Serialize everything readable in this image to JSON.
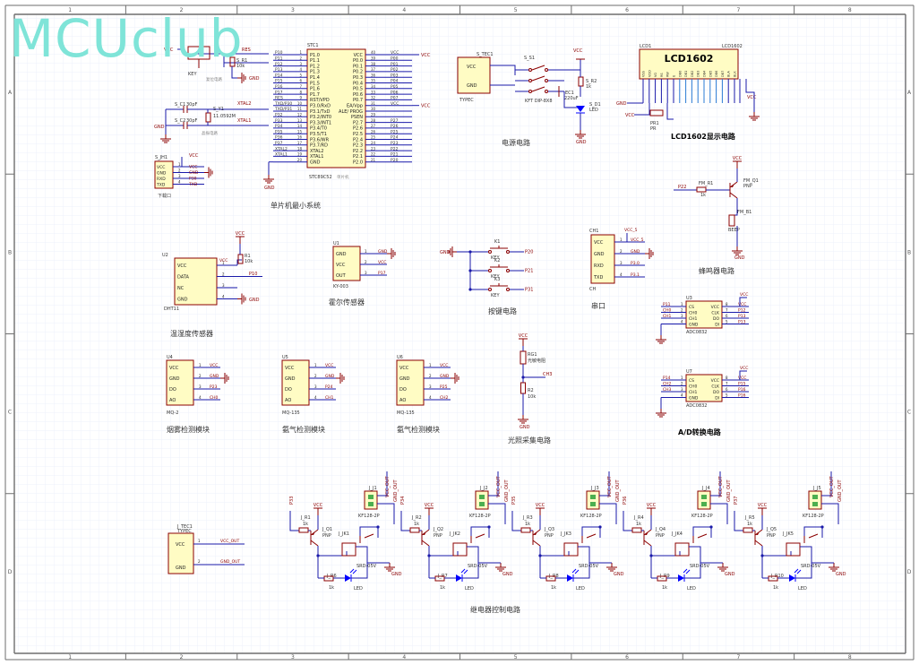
{
  "watermark": "MCUclub",
  "colors": {
    "wire": "#1a1aaa",
    "part": "#8b0000",
    "body": "#fffcc4",
    "grid": "#f0f0ff",
    "frame": "#6e6e6e",
    "led": "#0000ff"
  },
  "border": {
    "cols": [
      "1",
      "2",
      "3",
      "4",
      "5",
      "6",
      "7",
      "8"
    ],
    "rows": [
      "A",
      "B",
      "C",
      "D"
    ]
  },
  "mcu": {
    "ref": "STC1",
    "part": "STC89C52",
    "note": "单片机",
    "caption": "单片机最小系统",
    "left_pins": [
      "P1.0",
      "P1.1",
      "P1.2",
      "P1.3",
      "P1.4",
      "P1.5",
      "P1.6",
      "P1.7",
      "RST/VPD",
      "P3.0/RxD",
      "P3.1/TxD",
      "P3.2/INT0",
      "P3.3/INT1",
      "P3.4/T0",
      "P3.5/T1",
      "P3.6/WR",
      "P3.7/RD",
      "XTAL2",
      "XTAL1",
      "GND"
    ],
    "right_pins": [
      "VCC",
      "P0.0",
      "P0.1",
      "P0.2",
      "P0.3",
      "P0.4",
      "P0.5",
      "P0.6",
      "P0.7",
      "EA/Vpp",
      "ALE/ PROG",
      "PSEN",
      "P2.7",
      "P2.6",
      "P2.5",
      "P2.4",
      "P2.3",
      "P2.2",
      "P2.1",
      "P2.0"
    ],
    "left_nets": [
      "P10",
      "P11",
      "P12",
      "P13",
      "P14",
      "P15",
      "P16",
      "P17",
      "RES",
      "TXD/P30",
      "TXD/P31",
      "P32",
      "P33",
      "P34",
      "P35",
      "P36",
      "P37",
      "XTAL2",
      "XTAL1",
      ""
    ],
    "right_nets": [
      "VCC",
      "P00",
      "P01",
      "P02",
      "P03",
      "P04",
      "P05",
      "P06",
      "P07",
      "VCC",
      "",
      "",
      "P27",
      "P26",
      "P25",
      "P24",
      "P23",
      "P22",
      "P21",
      "P20"
    ],
    "gnd": "GND"
  },
  "reset": {
    "key": "KEY",
    "res": "RES",
    "r": "S_R1",
    "rval": "10k",
    "cap": "复位电路",
    "vcc": "VCC",
    "gnd": "GND"
  },
  "crystal": {
    "c1": "S_C1",
    "c1v": "30pF",
    "c2": "S_C2",
    "c2v": "30pF",
    "y": "S_Y1",
    "yv": "11.0592M",
    "xtal2": "XTAL2",
    "xtal1": "XTAL1",
    "cap": "晶振电路",
    "gnd": "GND"
  },
  "prog": {
    "ref": "S_JH1",
    "pins": [
      "VCC",
      "GND",
      "RXD",
      "TXD"
    ],
    "nets": [
      "VCC",
      "GND",
      "P30",
      "TXD"
    ],
    "label": "下载口"
  },
  "power": {
    "tec": "S_TEC1",
    "tectype": "TYPEC",
    "vcc": "VCC",
    "gnd": "GND",
    "sw": "S_S1",
    "swtype": "KFT DIP-8X8",
    "ec": "EC1",
    "ecv": "220uF",
    "r": "S_R2",
    "rv": "1k",
    "d": "S_D1",
    "dt": "LED",
    "caption": "电源电路"
  },
  "lcd": {
    "ref": "LCD1",
    "part": "LCD1602",
    "name": "LCD1602",
    "pins": [
      "VSS",
      "VDD",
      "VO",
      "RS",
      "RW",
      "E",
      "DB0",
      "DB1",
      "DB2",
      "DB3",
      "DB4",
      "DB5",
      "DB6",
      "DB7",
      "BLA",
      "BLK"
    ],
    "pot": "PR1",
    "potv": "PR",
    "caption": "LCD1602显示电路",
    "vcc": "VCC",
    "gnd": "GND"
  },
  "buzzer": {
    "net": "P22",
    "r": "FM_R1",
    "rv": "1k",
    "q": "FM_Q1",
    "qt": "PNP",
    "b": "FM_B1",
    "bt": "BEEP",
    "caption": "蜂鸣器电路",
    "vcc": "VCC",
    "gnd": "GND"
  },
  "keys": {
    "labels": [
      "K1",
      "K2",
      "K3"
    ],
    "types": [
      "KEY",
      "KEY",
      "KEY"
    ],
    "nets": [
      "P20",
      "P21",
      "P31"
    ],
    "gnd": "GND",
    "caption": "按键电路"
  },
  "uart": {
    "ref": "CH1",
    "pins": [
      "VCC",
      "GND",
      "RXD",
      "TXD"
    ],
    "nets": [
      "VCC_5",
      "GND",
      "P3.0",
      "P3.1"
    ],
    "sub": "CH",
    "caption": "串口"
  },
  "dht": {
    "ref": "U2",
    "pins": [
      "VCC",
      "DATA",
      "NC",
      "GND"
    ],
    "part": "DHT11",
    "r": "R1",
    "rv": "10k",
    "net": "P10",
    "vcc": "VCC",
    "gnd": "GND",
    "caption": "温湿度传感器"
  },
  "hall": {
    "ref": "U1",
    "pins": [
      "GND",
      "VCC",
      "OUT"
    ],
    "part": "KY-003",
    "nets": [
      "GND",
      "VCC",
      "P17"
    ],
    "caption": "霍尔传感器"
  },
  "sensors": [
    {
      "ref": "U4",
      "pins": [
        "VCC",
        "GND",
        "DO",
        "AO"
      ],
      "nets": [
        "VCC",
        "GND",
        "P23",
        "CH0"
      ],
      "part": "MQ-2",
      "caption": "烟雾检测模块"
    },
    {
      "ref": "U5",
      "pins": [
        "VCC",
        "GND",
        "DO",
        "AO"
      ],
      "nets": [
        "VCC",
        "GND",
        "P24",
        "CH1"
      ],
      "part": "MQ-135",
      "caption": "氨气检测模块"
    },
    {
      "ref": "U6",
      "pins": [
        "VCC",
        "GND",
        "DO",
        "AO"
      ],
      "nets": [
        "VCC",
        "GND",
        "P25",
        "CH2"
      ],
      "part": "MQ-135",
      "caption": "氨气检测模块"
    }
  ],
  "light": {
    "rg": "RG1",
    "rgt": "光敏电阻",
    "r": "R2",
    "rv": "10k",
    "net": "CH3",
    "vcc": "VCC",
    "gnd": "GND",
    "caption": "光照采集电路"
  },
  "adc": [
    {
      "ref": "U3",
      "part": "ADC0832",
      "lpins": [
        "CS",
        "CH0",
        "CH1",
        "GND"
      ],
      "rpins": [
        "VCC",
        "CLK",
        "DO",
        "DI"
      ],
      "lnets": [
        "P11",
        "CH0",
        "CH1",
        ""
      ],
      "rnets": [
        "VCC",
        "P12",
        "P13",
        "P13"
      ]
    },
    {
      "ref": "U7",
      "part": "ADC0832",
      "lpins": [
        "CS",
        "CH0",
        "CH1",
        "GND"
      ],
      "rpins": [
        "VCC",
        "CLK",
        "DO",
        "DI"
      ],
      "lnets": [
        "P14",
        "CH2",
        "CH3",
        ""
      ],
      "rnets": [
        "VCC",
        "P15",
        "P16",
        "P16"
      ]
    }
  ],
  "adc_caption": "A/D转换电路",
  "typec2": {
    "ref": "J_TEC1",
    "type": "TYPEC",
    "nets": [
      "VCC_OUT",
      "GND_OUT"
    ],
    "pins": [
      "VCC",
      "GND"
    ]
  },
  "relays": [
    {
      "net": "P33",
      "r": "J_R1",
      "q": "J_Q1",
      "jk": "J_JK1",
      "j": "J_J1",
      "rl": "J_R6",
      "srd": "SRD-05V"
    },
    {
      "net": "P34",
      "r": "J_R2",
      "q": "J_Q2",
      "jk": "J_JK2",
      "j": "J_J2",
      "rl": "J_R7",
      "srd": "SRD-05V"
    },
    {
      "net": "P35",
      "r": "J_R3",
      "q": "J_Q3",
      "jk": "J_JK3",
      "j": "J_J3",
      "rl": "J_R8",
      "srd": "SRD-05V"
    },
    {
      "net": "P36",
      "r": "J_R4",
      "q": "J_Q4",
      "jk": "J_JK4",
      "j": "J_J4",
      "rl": "J_R9",
      "srd": "SRD-05V"
    },
    {
      "net": "P37",
      "r": "J_R5",
      "q": "J_Q5",
      "jk": "J_JK5",
      "j": "J_J5",
      "rl": "J_R10",
      "srd": "SRD-05V"
    }
  ],
  "relay_common": {
    "rv": "1k",
    "qt": "PNP",
    "kf": "KF128-2P",
    "vcc": "VCC_OUT",
    "gnd": "GND_OUT",
    "led": "LED",
    "vccs": "VCC",
    "gnds": "GND"
  },
  "relay_caption": "继电器控制电路"
}
